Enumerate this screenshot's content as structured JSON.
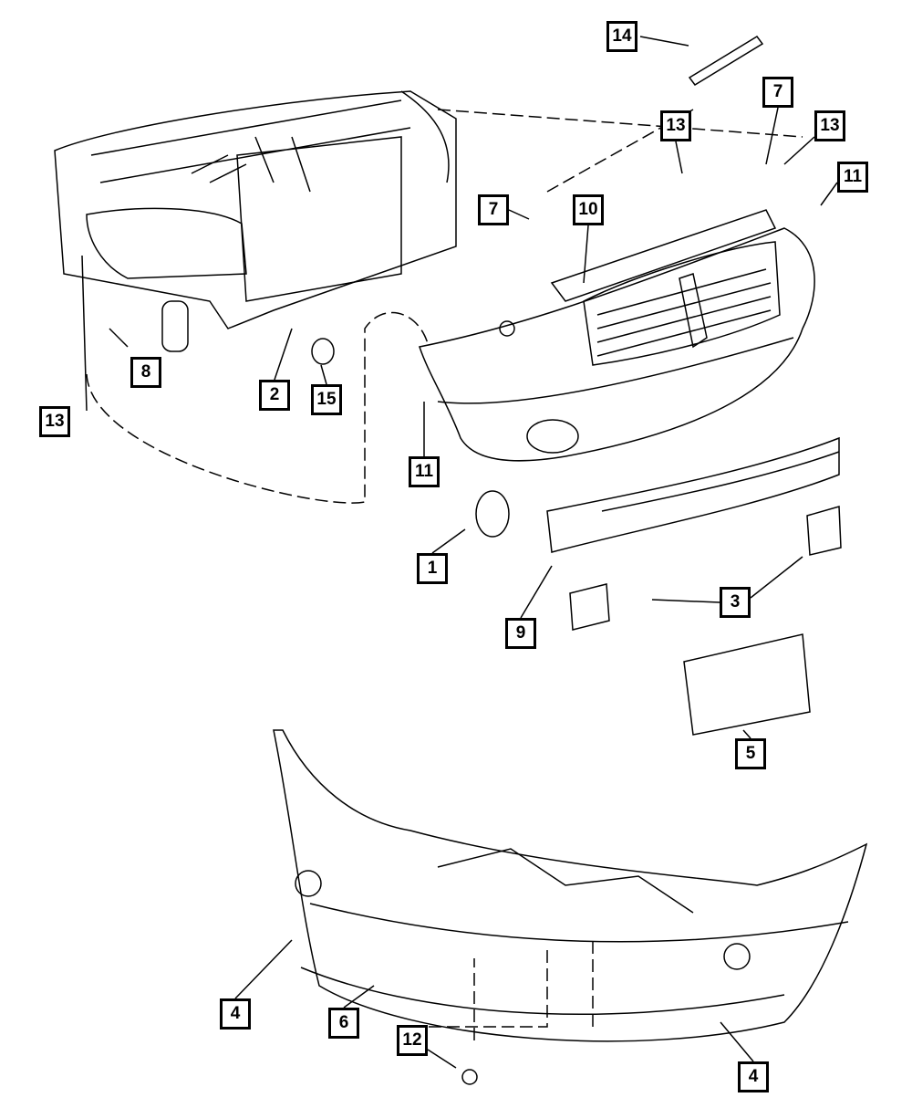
{
  "diagram": {
    "callouts": [
      {
        "label": "14"
      },
      {
        "label": "7"
      },
      {
        "label": "13"
      },
      {
        "label": "13"
      },
      {
        "label": "11"
      },
      {
        "label": "7"
      },
      {
        "label": "10"
      },
      {
        "label": "8"
      },
      {
        "label": "2"
      },
      {
        "label": "15"
      },
      {
        "label": "13"
      },
      {
        "label": "11"
      },
      {
        "label": "1"
      },
      {
        "label": "3"
      },
      {
        "label": "9"
      },
      {
        "label": "5"
      },
      {
        "label": "4"
      },
      {
        "label": "6"
      },
      {
        "label": "12"
      },
      {
        "label": "4"
      }
    ],
    "colors": {
      "line": "#000000",
      "background": "#ffffff"
    }
  }
}
